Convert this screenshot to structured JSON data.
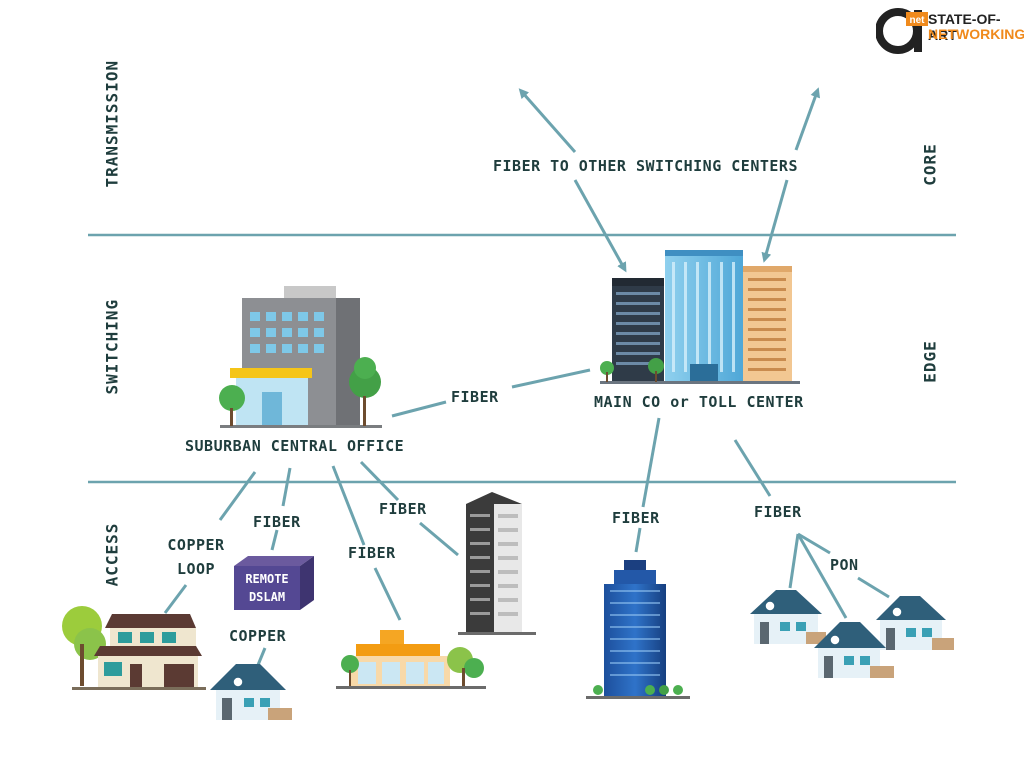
{
  "logo": {
    "mark_letter": "a",
    "mark_small": "net",
    "line1": "STATE-OF-ART",
    "line2": "NETWORKING",
    "color_dark": "#222222",
    "color_accent": "#f08a1c"
  },
  "layers": {
    "left": [
      "TRANSMISSION",
      "SWITCHING",
      "ACCESS"
    ],
    "right": [
      "CORE",
      "EDGE"
    ]
  },
  "labels": {
    "fiber_other_centers": "FIBER TO OTHER SWITCHING CENTERS",
    "main_co": "MAIN CO or TOLL CENTER",
    "suburban_co": "SUBURBAN CENTRAL OFFICE",
    "fiber_between_offices": "FIBER",
    "copper_loop_1": "COPPER",
    "copper_loop_2": "LOOP",
    "fiber_to_dslam": "FIBER",
    "remote_dslam_1": "REMOTE",
    "remote_dslam_2": "DSLAM",
    "copper": "COPPER",
    "fiber_to_shop": "FIBER",
    "fiber_to_apartment": "FIBER",
    "fiber_to_tower": "FIBER",
    "fiber_to_pon": "FIBER",
    "pon": "PON"
  },
  "colors": {
    "line": "#6ca3ae",
    "text": "#1f3d3d"
  }
}
